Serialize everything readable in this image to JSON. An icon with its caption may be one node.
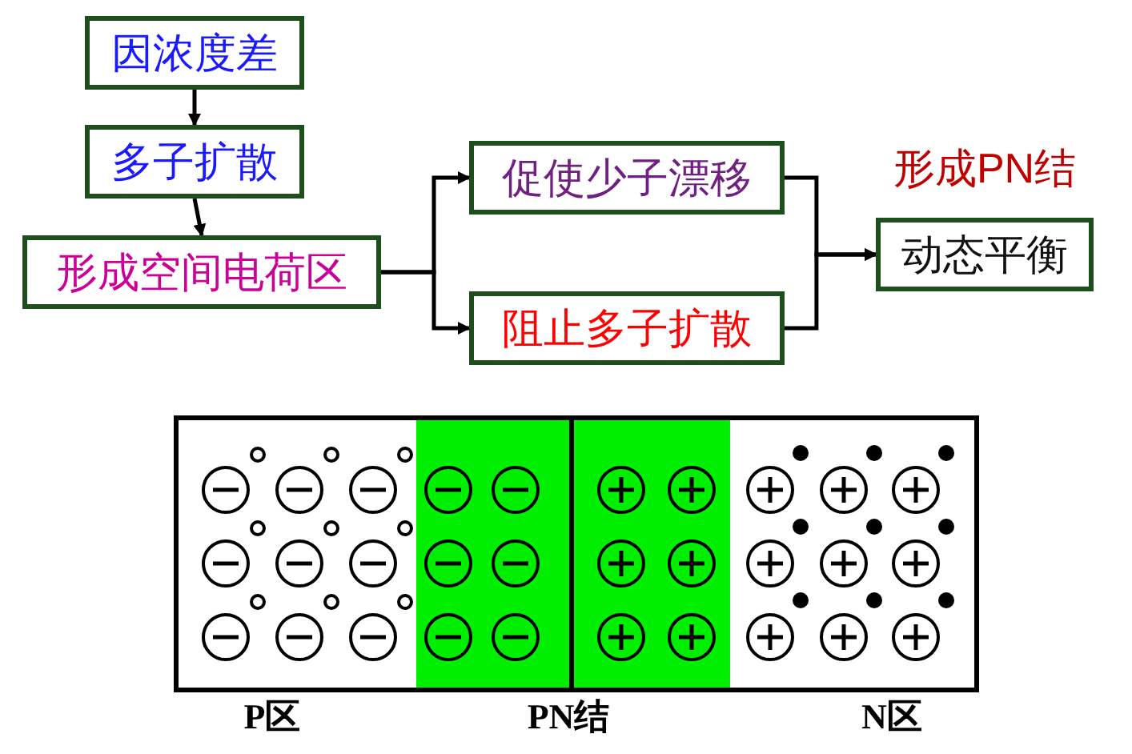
{
  "diagram": {
    "nodes": [
      {
        "text": [
          "因浓度差"
        ]
      },
      {
        "text": [
          "多子扩散"
        ]
      },
      {
        "text": [
          "形成空间电荷区"
        ]
      },
      {
        "text": [
          "促使少子漂移"
        ]
      },
      {
        "text": [
          "阻止多子扩散"
        ]
      },
      {
        "text": [
          "动态平衡"
        ],
        "beside": [
          "形成PN结"
        ]
      }
    ],
    "edges": [
      {
        "from": 0,
        "to": 1,
        "arrow": "to"
      },
      {
        "from": 1,
        "to": 2,
        "arrow": "to"
      },
      {
        "from": 2,
        "to": 3,
        "arrow": "to"
      },
      {
        "from": 2,
        "to": 4,
        "arrow": "to"
      },
      {
        "from": 3,
        "to": 5,
        "arrow": "to"
      },
      {
        "from": 4,
        "to": 5,
        "arrow": "to"
      }
    ],
    "labels": [
      "P区",
      "PN结",
      "N区"
    ]
  }
}
